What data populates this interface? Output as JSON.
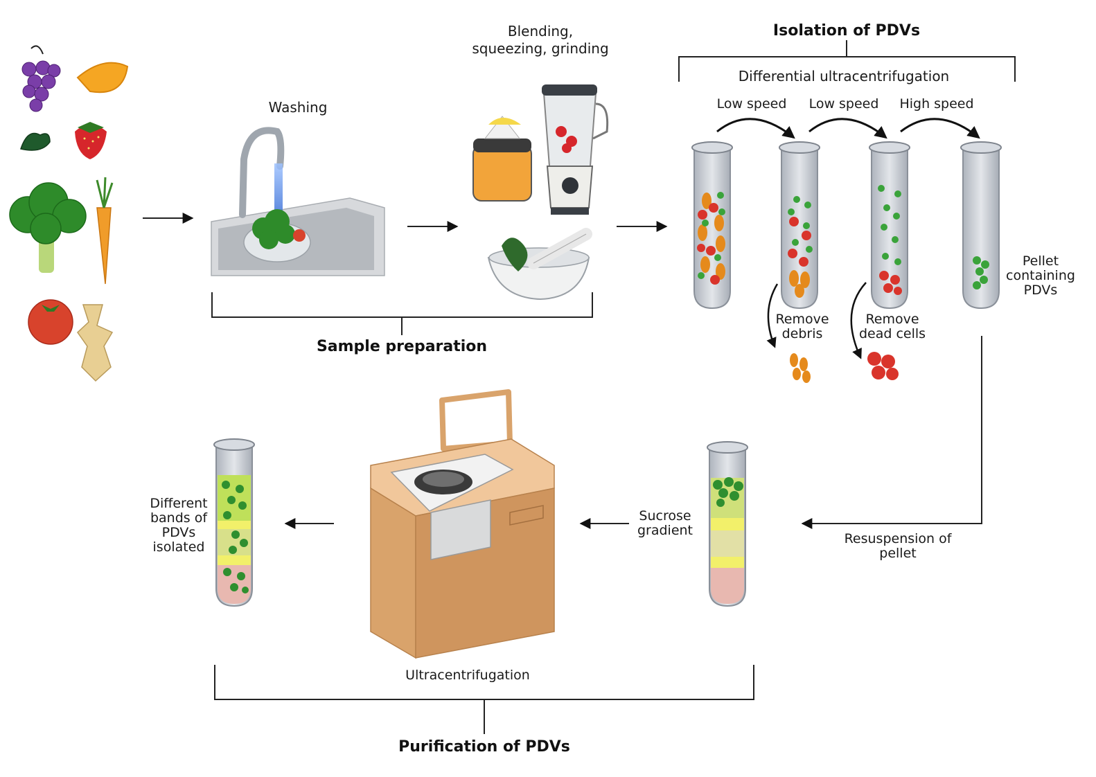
{
  "labels": {
    "washing": "Washing",
    "blending_1": "Blending,",
    "blending_2": "squeezing, grinding",
    "sample_preparation": "Sample preparation",
    "isolation_title": "Isolation of  PDVs",
    "differential": "Differential ultracentrifugation",
    "speed_1": "Low speed",
    "speed_2": "Low speed",
    "speed_3": "High speed",
    "remove_debris_1": "Remove",
    "remove_debris_2": "debris",
    "remove_cells_1": "Remove",
    "remove_cells_2": "dead cells",
    "pellet_1": "Pellet",
    "pellet_2": "containing",
    "pellet_3": "PDVs",
    "resuspension_1": "Resuspension of",
    "resuspension_2": "pellet",
    "sucrose_1": "Sucrose",
    "sucrose_2": "gradient",
    "ultracentrifugation": "Ultracentrifugation",
    "bands_1": "Different",
    "bands_2": "bands of",
    "bands_3": "PDVs",
    "bands_4": "isolated",
    "purification": "Purification of PDVs"
  },
  "colors": {
    "vesicle_green": "#3aa33a",
    "cell_red": "#d9342b",
    "debris_orange": "#e58a1c",
    "band_yellow": "#f2f06a",
    "band_green": "#bfe05a",
    "band_pink": "#e8b8b0",
    "machine_tan": "#d9a36b"
  },
  "icons": [
    "grapes-icon",
    "orange-slice-icon",
    "leaf-icon",
    "strawberry-icon",
    "broccoli-icon",
    "carrot-icon",
    "tomato-icon",
    "ginger-icon",
    "sink-icon",
    "juicer-icon",
    "blender-icon",
    "mortar-pestle-icon",
    "ultracentrifuge-icon"
  ]
}
